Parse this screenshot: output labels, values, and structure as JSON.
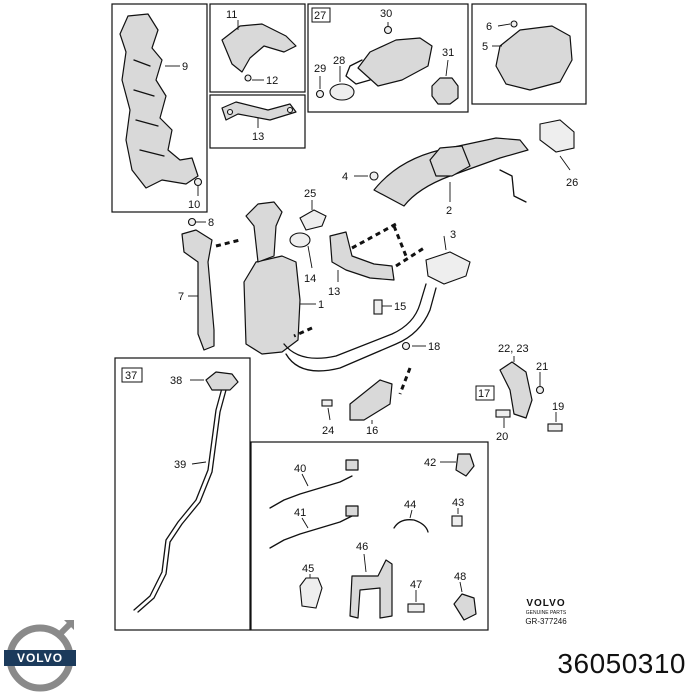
{
  "diagram": {
    "callouts": {
      "c1": "1",
      "c2": "2",
      "c3": "3",
      "c4": "4",
      "c5": "5",
      "c6": "6",
      "c7": "7",
      "c8": "8",
      "c9": "9",
      "c10": "10",
      "c11": "11",
      "c12": "12",
      "c13a": "13",
      "c13b": "13",
      "c14": "14",
      "c15": "15",
      "c16": "16",
      "c18": "18",
      "c19": "19",
      "c20": "20",
      "c21": "21",
      "c2223": "22, 23",
      "c24": "24",
      "c25": "25",
      "c26": "26",
      "c28": "28",
      "c29": "29",
      "c30": "30",
      "c31": "31",
      "c38": "38",
      "c39": "39",
      "c40": "40",
      "c41": "41",
      "c42": "42",
      "c43": "43",
      "c44": "44",
      "c45": "45",
      "c46": "46",
      "c47": "47",
      "c48": "48"
    },
    "boxed_numbers": {
      "b27": "27",
      "b17": "17",
      "b37": "37"
    },
    "stamp": {
      "brand": "VOLVO",
      "subtitle": "GENUINE PARTS",
      "reference": "GR-377246"
    }
  },
  "footer": {
    "brand_logo_text": "VOLVO",
    "part_number": "36050310"
  },
  "colors": {
    "line": "#111111",
    "shade": "#d9d9d9",
    "background": "#ffffff"
  }
}
